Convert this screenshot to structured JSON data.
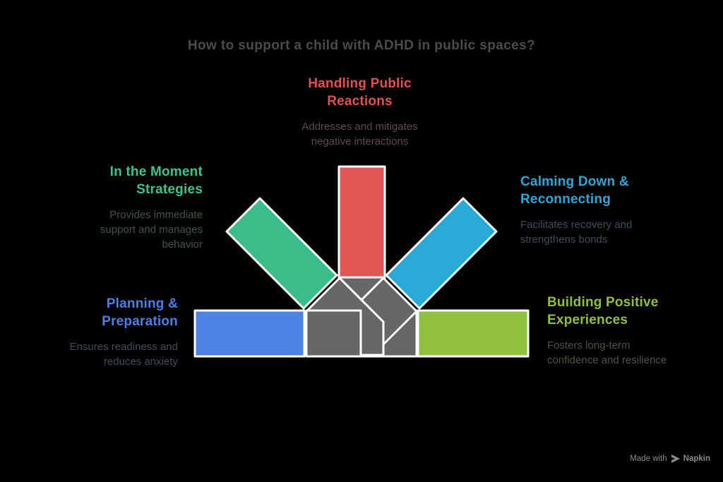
{
  "title": {
    "text": "How to support a child with ADHD in public spaces?",
    "color": "#4b4b4b"
  },
  "colors": {
    "red": "#e25755",
    "green": "#3abd89",
    "cyan": "#29aad9",
    "blue": "#4d84e4",
    "lime": "#92c13e",
    "gray": "#666666",
    "outline": "#ffffff",
    "background": "#000000"
  },
  "items": [
    {
      "id": "handling-public-reactions",
      "position": "top",
      "heading": "Handling Public\nReactions",
      "heading_color": "#e0504f",
      "description": "Addresses and mitigates\nnegative interactions",
      "description_color": "#5d4a4a",
      "arrow_color": "#e25755",
      "arrow_direction": "down"
    },
    {
      "id": "in-the-moment-strategies",
      "position": "upper-left",
      "heading": "In the Moment\nStrategies",
      "heading_color": "#3bc48c",
      "description": "Provides immediate\nsupport and manages\nbehavior",
      "description_color": "#3f5449",
      "arrow_color": "#3abd89",
      "arrow_direction": "down-right"
    },
    {
      "id": "calming-down-reconnecting",
      "position": "upper-right",
      "heading": "Calming Down &\nReconnecting",
      "heading_color": "#29a8d8",
      "description": "Facilitates recovery and\nstrengthens bonds",
      "description_color": "#3d4e57",
      "arrow_color": "#29aad9",
      "arrow_direction": "down-left"
    },
    {
      "id": "planning-preparation",
      "position": "lower-left",
      "heading": "Planning &\nPreparation",
      "heading_color": "#4a80e6",
      "description": "Ensures readiness and\nreduces anxiety",
      "description_color": "#434c5c",
      "arrow_color": "#4d84e4",
      "arrow_direction": "right"
    },
    {
      "id": "building-positive-experiences",
      "position": "lower-right",
      "heading": "Building Positive\nExperiences",
      "heading_color": "#8fc03c",
      "description": "Fosters long-term\nconfidence and resilience",
      "description_color": "#4c5340",
      "arrow_color": "#92c13e",
      "arrow_direction": "left"
    }
  ],
  "watermark": {
    "made_with": "Made with",
    "brand": "Napkin",
    "color": "#8a8a8a"
  }
}
